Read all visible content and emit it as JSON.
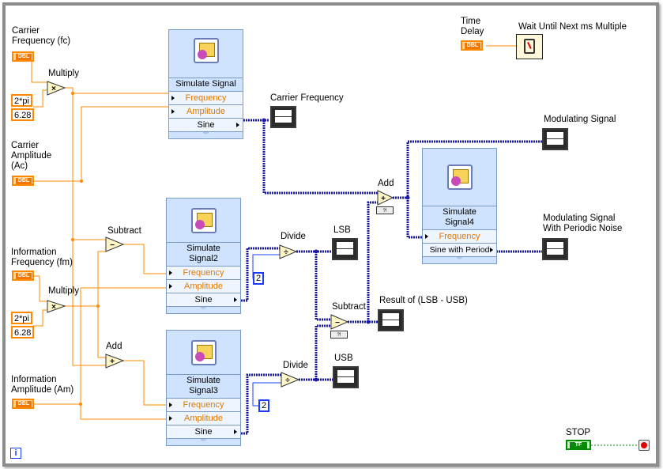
{
  "controls": {
    "carrier_frequency": "Carrier\nFrequency (fc)",
    "carrier_amplitude": "Carrier\nAmplitude\n(Ac)",
    "information_frequency": "Information\nFrequency (fm)",
    "information_amplitude": "Information\nAmplitude (Am)",
    "time_delay": "Time\nDelay",
    "stop": "STOP",
    "dbl_tag": "DBL",
    "tf_tag": "TF"
  },
  "constants": {
    "two_pi_a": "2*pi",
    "val_a": "6.28",
    "two_pi_b": "2*pi",
    "val_b": "6.28",
    "two_a": "2",
    "two_b": "2"
  },
  "functions": {
    "multiply_1": "Multiply",
    "multiply_2": "Multiply",
    "subtract_1": "Subtract",
    "add_1": "Add",
    "divide_1": "Divide",
    "divide_2": "Divide",
    "add_2": "Add",
    "subtract_2": "Subtract",
    "wait": "Wait Until Next ms Multiple"
  },
  "express_vis": [
    {
      "title": "Simulate Signal",
      "rows": [
        "Frequency",
        "Amplitude",
        "Sine"
      ]
    },
    {
      "title": "Simulate\nSignal2",
      "rows": [
        "Frequency",
        "Amplitude",
        "Sine"
      ]
    },
    {
      "title": "Simulate\nSignal3",
      "rows": [
        "Frequency",
        "Amplitude",
        "Sine"
      ]
    },
    {
      "title": "Simulate\nSignal4",
      "rows": [
        "Frequency",
        "Sine with Period"
      ]
    }
  ],
  "indicators": {
    "carrier_frequency": "Carrier Frequency",
    "lsb": "LSB",
    "usb": "USB",
    "result": "Result of (LSB - USB)",
    "modulating_signal": "Modulating Signal",
    "modulating_noise": "Modulating Signal\nWith Periodic Noise"
  },
  "colors": {
    "dbl_wire": "#ff8a00",
    "dynamic_wire": "#1a1aa0",
    "bool_wire": "#008a00",
    "express_bg": "#cfe3ff"
  },
  "loop_icon": "i"
}
